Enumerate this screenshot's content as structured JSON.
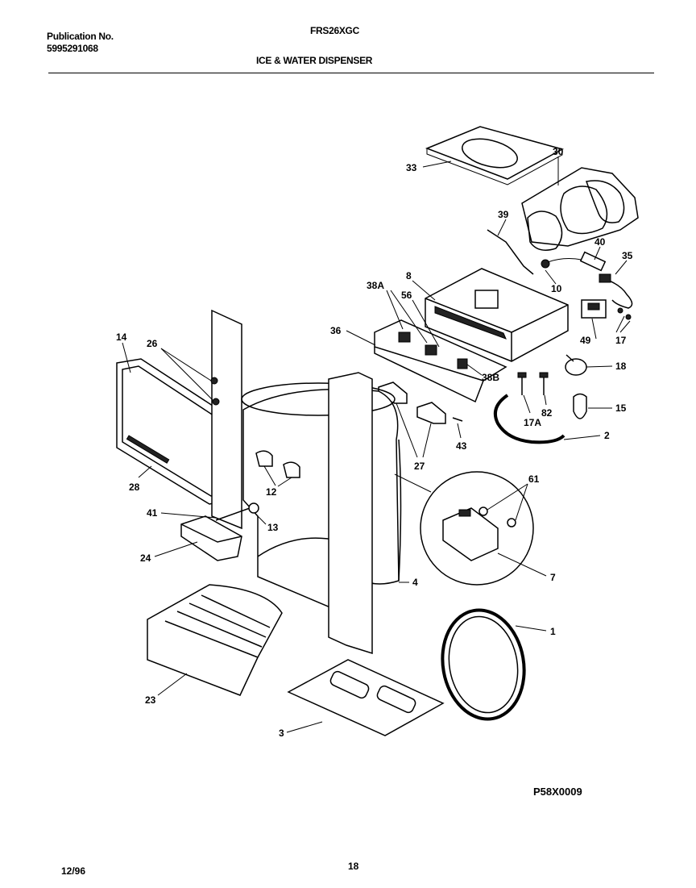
{
  "header": {
    "publication_label": "Publication No.",
    "publication_number": "5995291068",
    "model": "FRS26XGC",
    "section_title": "ICE & WATER DISPENSER"
  },
  "footer": {
    "date": "12/96",
    "page_number": "18",
    "drawing_code": "P58X0009"
  },
  "callouts": [
    "33",
    "30",
    "39",
    "40",
    "35",
    "10",
    "8",
    "38A",
    "56",
    "36",
    "49",
    "17",
    "18",
    "15",
    "38B",
    "82",
    "17A",
    "2",
    "43",
    "27",
    "14",
    "26",
    "28",
    "12",
    "41",
    "13",
    "24",
    "61",
    "7",
    "4",
    "1",
    "23",
    "3"
  ]
}
